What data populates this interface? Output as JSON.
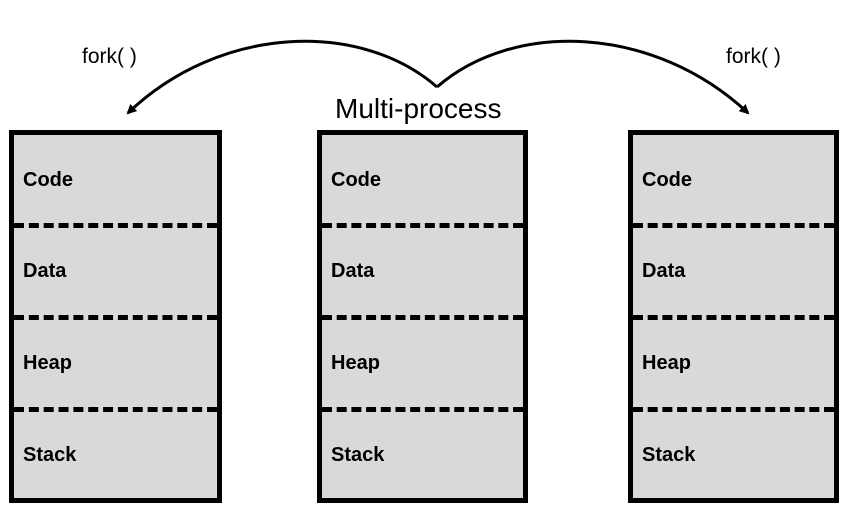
{
  "title": "Multi-process",
  "fork_labels": {
    "left": "fork( )",
    "right": "fork( )"
  },
  "processes": [
    {
      "segments": [
        "Code",
        "Data",
        "Heap",
        "Stack"
      ]
    },
    {
      "segments": [
        "Code",
        "Data",
        "Heap",
        "Stack"
      ]
    },
    {
      "segments": [
        "Code",
        "Data",
        "Heap",
        "Stack"
      ]
    }
  ]
}
